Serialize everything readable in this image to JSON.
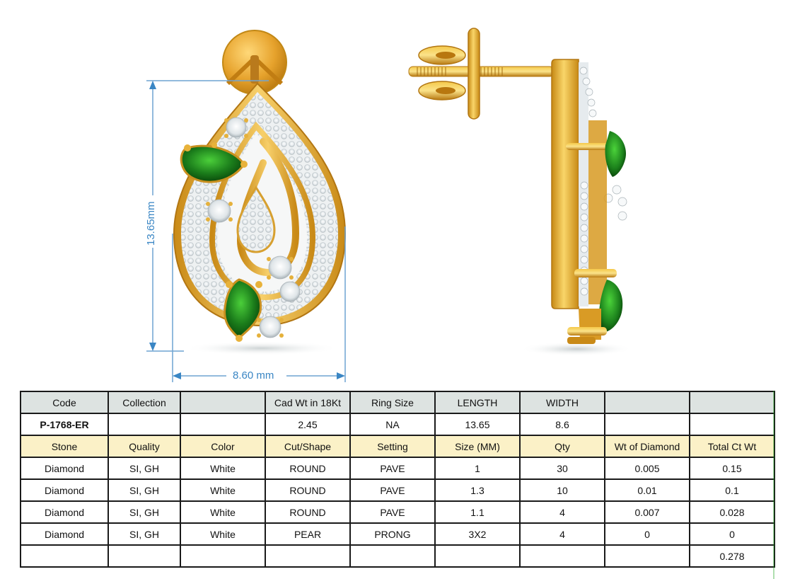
{
  "product_images": {
    "front_view": {
      "alt": "front-view-earring",
      "gold_color": "#e8a92a",
      "gem_color": "#1f8a1f",
      "diamond_color": "#e9eef0"
    },
    "side_view": {
      "alt": "side-view-earring-with-screw-back"
    }
  },
  "dimensions": {
    "length_label": "13.65mm",
    "width_label": "8.60 mm",
    "line_color": "#6fa4d2"
  },
  "table": {
    "header_row_1": [
      "Code",
      "Collection",
      "",
      "Cad Wt in 18Kt",
      "Ring Size",
      "LENGTH",
      "WIDTH",
      "",
      ""
    ],
    "value_row_1": [
      "P-1768-ER",
      "",
      "",
      "2.45",
      "NA",
      "13.65",
      "8.6",
      "",
      ""
    ],
    "header_row_2": [
      "Stone",
      "Quality",
      "Color",
      "Cut/Shape",
      "Setting",
      "Size (MM)",
      "Qty",
      "Wt of Diamond",
      "Total Ct Wt"
    ],
    "stone_rows": [
      [
        "Diamond",
        "SI, GH",
        "White",
        "ROUND",
        "PAVE",
        "1",
        "30",
        "0.005",
        "0.15"
      ],
      [
        "Diamond",
        "SI, GH",
        "White",
        "ROUND",
        "PAVE",
        "1.3",
        "10",
        "0.01",
        "0.1"
      ],
      [
        "Diamond",
        "SI, GH",
        "White",
        "ROUND",
        "PAVE",
        "1.1",
        "4",
        "0.007",
        "0.028"
      ],
      [
        "Diamond",
        "SI, GH",
        "White",
        "PEAR",
        "PRONG",
        "3X2",
        "4",
        "0",
        "0"
      ]
    ],
    "total_row": [
      "",
      "",
      "",
      "",
      "",
      "",
      "",
      "",
      "0.278"
    ],
    "colors": {
      "header_1_bg": "#dde3e1",
      "header_2_bg": "#fbf1c7",
      "border": "#1a1a1a"
    }
  }
}
